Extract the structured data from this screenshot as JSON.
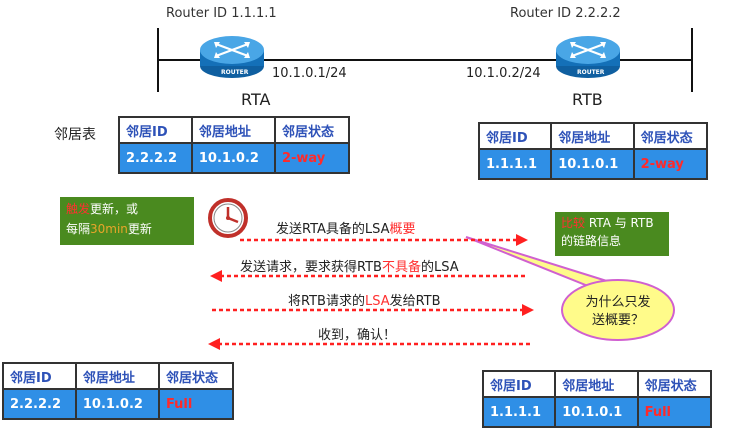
{
  "routers": {
    "left": {
      "router_id": "Router ID 1.1.1.1",
      "name": "RTA",
      "ip": "10.1.0.1/24",
      "badge": "ROUTER",
      "icon": "router-icon"
    },
    "right": {
      "router_id": "Router ID 2.2.2.2",
      "name": "RTB",
      "ip": "10.1.0.2/24",
      "badge": "ROUTER",
      "icon": "router-icon"
    }
  },
  "neighbor_table_label": "邻居表",
  "tables": {
    "headers": [
      "邻居ID",
      "邻居地址",
      "邻居状态"
    ],
    "rta_before": [
      "2.2.2.2",
      "10.1.0.2",
      "2-way"
    ],
    "rtb_before": [
      "1.1.1.1",
      "10.1.0.1",
      "2-way"
    ],
    "rta_after": [
      "2.2.2.2",
      "10.1.0.2",
      "Full"
    ],
    "rtb_after": [
      "1.1.1.1",
      "10.1.0.1",
      "Full"
    ]
  },
  "trigger_note": {
    "l1_hl": "触发",
    "l1_rest": "更新，或",
    "l2_a": "每隔",
    "l2_hl": "30min",
    "l2_b": "更新"
  },
  "compare_note": {
    "hl": "比较",
    "l1": " RTA 与 RTB",
    "l2": "的链路信息"
  },
  "messages": {
    "m1_a": "发送RTA具备的LSA",
    "m1_hl": "概要",
    "m2_a": "发送请求，要求获得RTB",
    "m2_hl": "不具备",
    "m2_b": "的LSA",
    "m3_a": "将RTB请求的",
    "m3_hl": "LSA",
    "m3_b": "发给RTB",
    "m4": "收到，确认！"
  },
  "callout": {
    "line1": "为什么只发",
    "line2": "送概要？"
  },
  "colors": {
    "arrow": "#ff2020",
    "note_bg": "#4a8a1f",
    "table_cell": "#2f8fe6",
    "callout_bg": "#fffb8a",
    "callout_border": "#d060d0"
  },
  "icons": {
    "clock": "clock-icon"
  }
}
